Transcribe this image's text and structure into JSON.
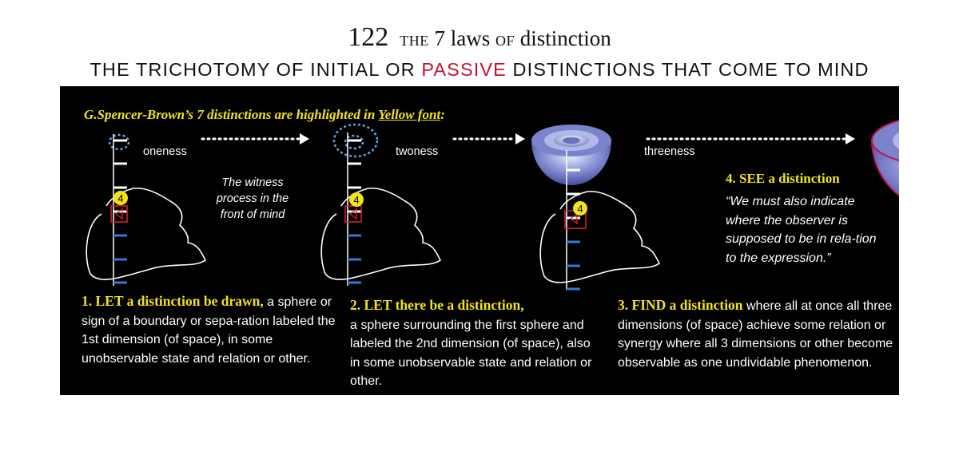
{
  "header": {
    "page_number": "122",
    "book_title_prefix": "THE",
    "book_title_mid": "7 laws",
    "book_title_of": "OF",
    "book_title_suffix": "distinction"
  },
  "subtitle": {
    "before": "THE TRICHOTOMY OF INITIAL OR",
    "highlight": "PASSIVE",
    "after": "DISTINCTIONS THAT COME TO MIND",
    "highlight_color": "#c0132e"
  },
  "panel": {
    "note_prefix": "G.Spencer-Brown’s 7 distinctions are highlighted in",
    "note_link": "Yellow font",
    "note_suffix": ":",
    "accent_yellow": "#f2e31b",
    "stage_labels": [
      "oneness",
      "twoness",
      "threeness"
    ],
    "witness_text": "The witness process in the front of mind",
    "badge_number": "4",
    "see_heading": "4. SEE a distinction",
    "see_quote": "“We must also indicate where the observer is supposed to be in rela-tion to the expression.”",
    "items": [
      {
        "heading": "1. LET a distinction be drawn,",
        "body": "a sphere or sign of a boundary or sepa-ration labeled the 1st  dimension (of space), in some unobservable state and relation or other."
      },
      {
        "heading": "2. LET there be a distinction,",
        "body": "a sphere surrounding the first sphere and labeled the 2nd dimension (of space), also in some unobservable state and relation or other."
      },
      {
        "heading": "3. FIND a distinction",
        "body": " where all at once all three dimensions (of space) achieve some relation or synergy where all 3 dimensions or other become observable as one  undividable phenomenon."
      }
    ]
  }
}
